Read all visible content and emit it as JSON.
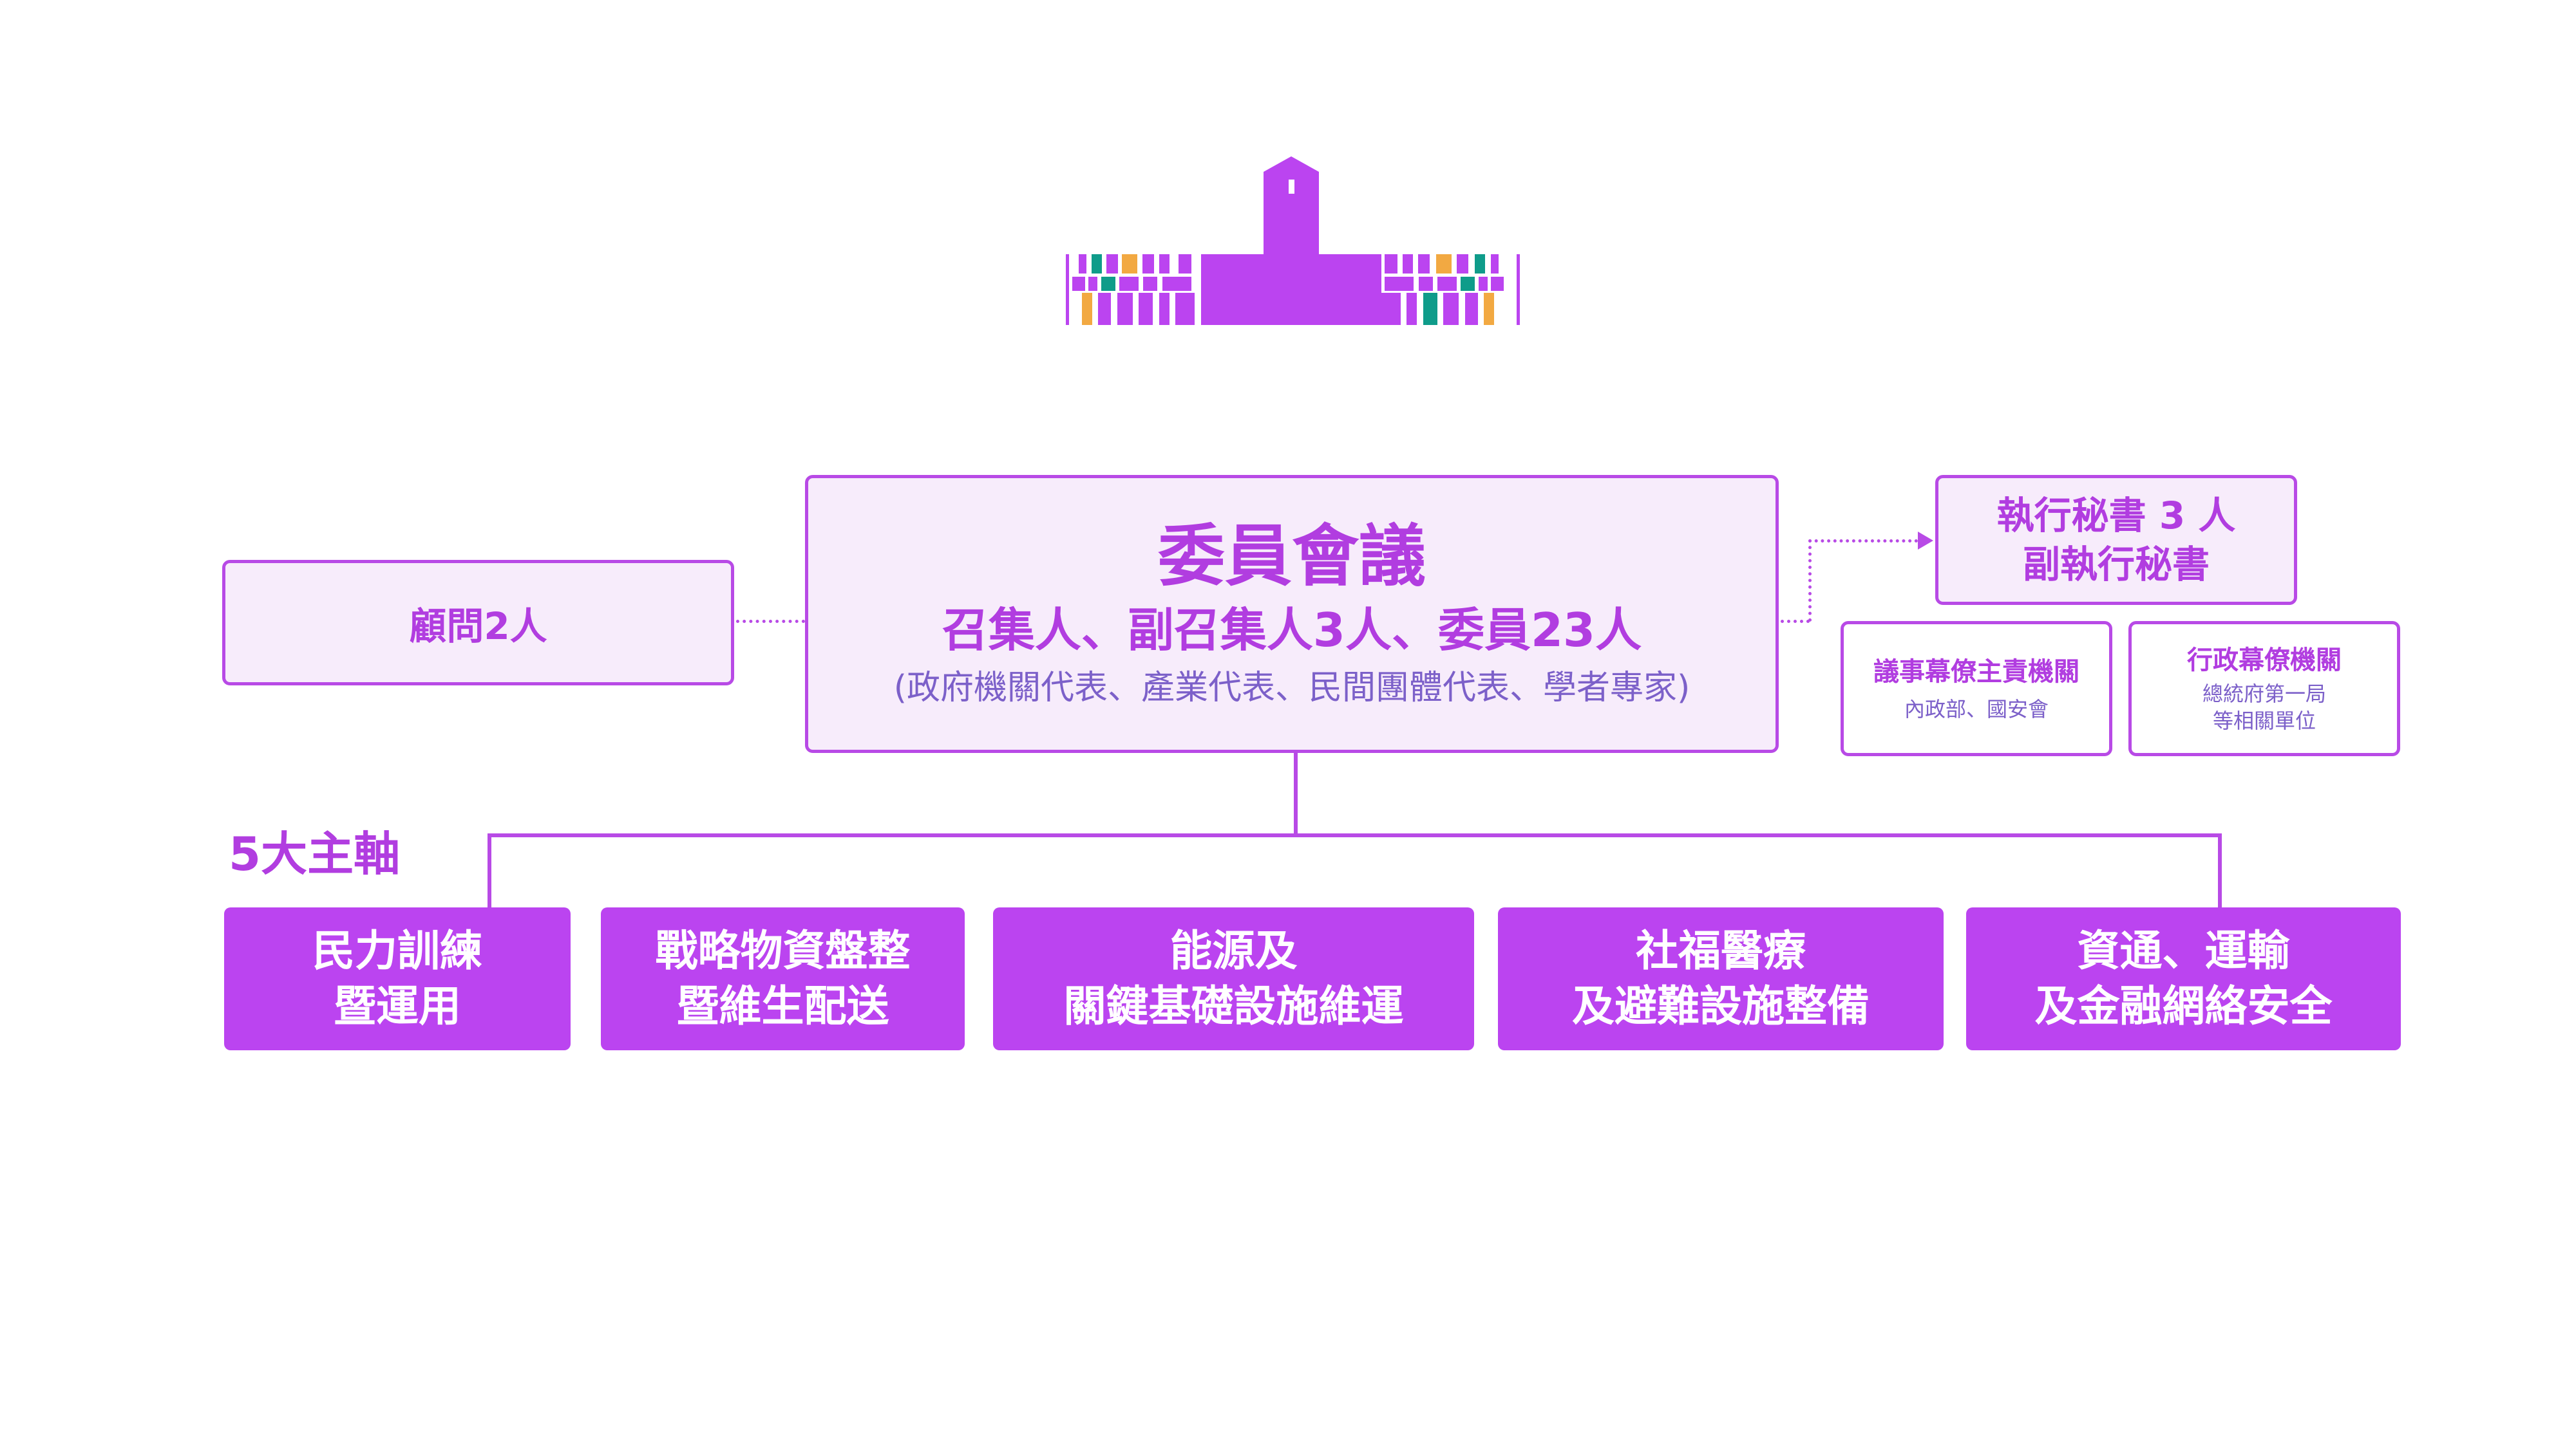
{
  "council": {
    "title": "委員會議",
    "members": "召集人、副召集人3人、委員23人",
    "composition": "(政府機關代表、產業代表、民間團體代表、學者專家)"
  },
  "advisor": {
    "label": "顧問2人"
  },
  "secretary": {
    "line1": "執行秘書 3 人",
    "line2": "副執行秘書"
  },
  "staff_units": [
    {
      "title": "議事幕僚主責機關",
      "sub": "內政部、國安會"
    },
    {
      "title": "行政幕僚機關",
      "sub1": "總統府第一局",
      "sub2": "等相關單位"
    }
  ],
  "axes_label": "5大主軸",
  "axes": [
    {
      "line1": "民力訓練",
      "line2": "暨運用"
    },
    {
      "line1": "戰略物資盤整",
      "line2": "暨維生配送"
    },
    {
      "line1": "能源及",
      "line2": "關鍵基礎設施維運"
    },
    {
      "line1": "社福醫療",
      "line2": "及避難設施整備"
    },
    {
      "line1": "資通、運輸",
      "line2": "及金融網絡安全"
    }
  ],
  "colors": {
    "purple": "#bb44f0",
    "light_purple": "#f7ecfb",
    "teal": "#0f9c8a",
    "orange": "#f2a942",
    "blue_gray": "#7c60c9"
  }
}
